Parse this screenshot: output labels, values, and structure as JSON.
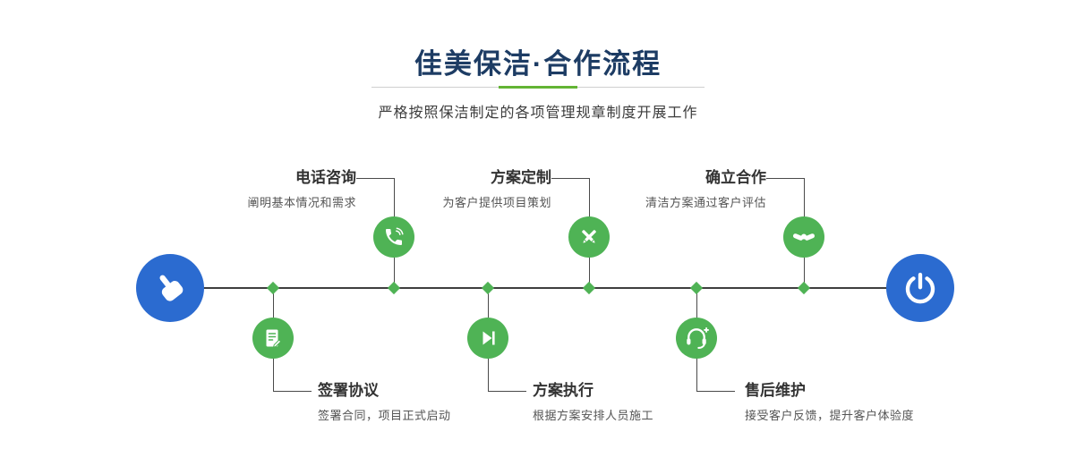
{
  "header": {
    "title": "佳美保洁·合作流程",
    "subtitle": "严格按照保洁制定的各项管理规章制度开展工作"
  },
  "colors": {
    "title_navy": "#1d3c64",
    "accent_green": "#4fb355",
    "divider_green": "#63b434",
    "endpoint_blue": "#2b6bd0",
    "line_dark": "#3f3f3f"
  },
  "timeline": {
    "start_icon": "hand-pointer-icon",
    "end_icon": "power-icon"
  },
  "steps": {
    "top": [
      {
        "title": "电话咨询",
        "desc": "阐明基本情况和需求",
        "icon": "phone-icon"
      },
      {
        "title": "方案定制",
        "desc": "为客户提供项目策划",
        "icon": "design-pencils-icon"
      },
      {
        "title": "确立合作",
        "desc": "清洁方案通过客户评估",
        "icon": "handshake-icon"
      }
    ],
    "bottom": [
      {
        "title": "签署协议",
        "desc": "签署合同，项目正式启动",
        "icon": "contract-icon"
      },
      {
        "title": "方案执行",
        "desc": "根据方案安排人员施工",
        "icon": "play-execute-icon"
      },
      {
        "title": "售后维护",
        "desc": "接受客户反馈，提升客户体验度",
        "icon": "headset-icon"
      }
    ]
  }
}
